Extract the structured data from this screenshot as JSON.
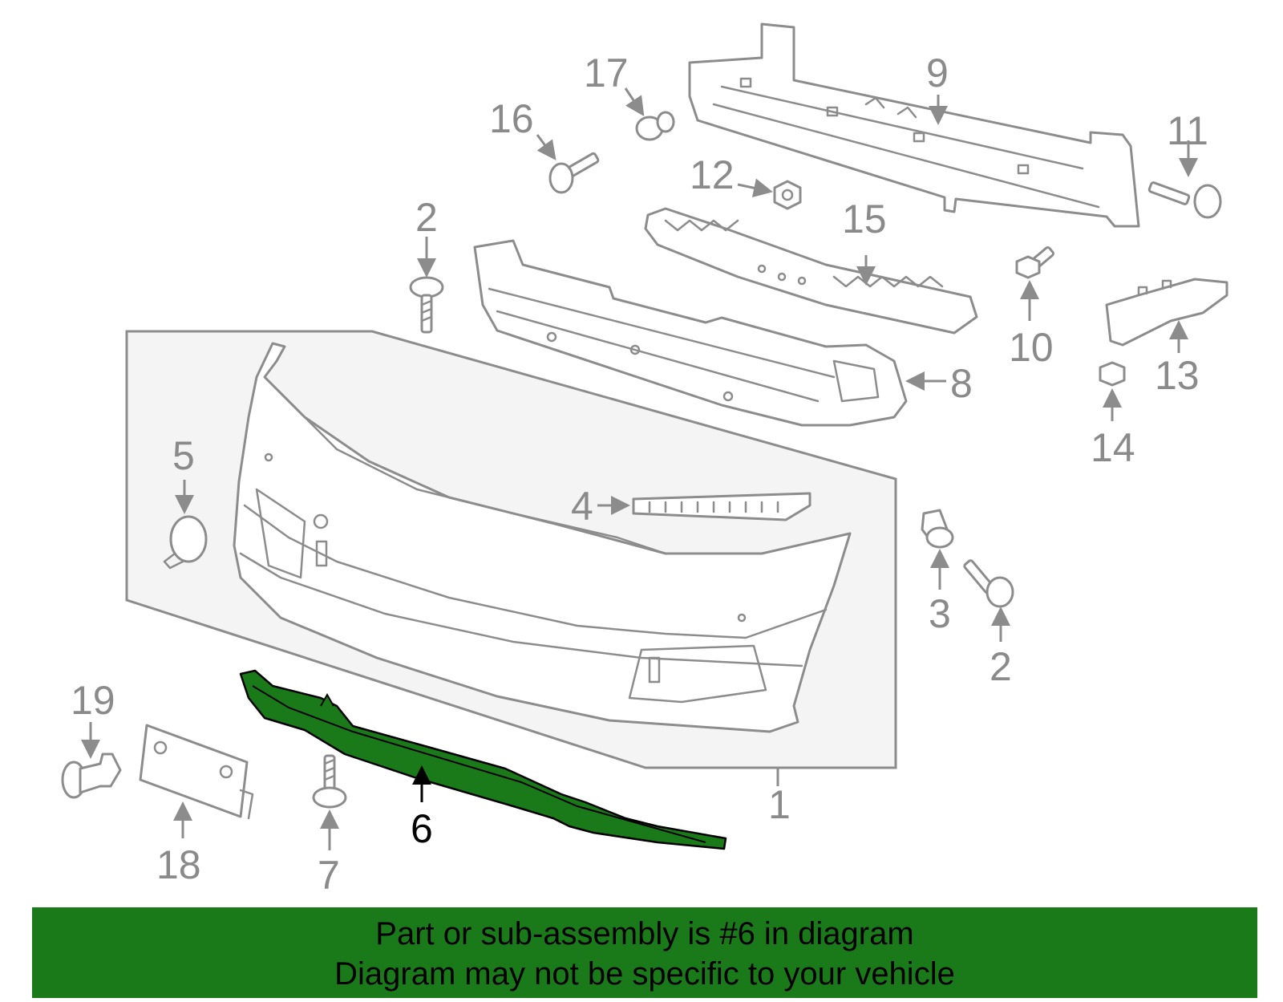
{
  "callouts": [
    {
      "id": "1",
      "label": "1"
    },
    {
      "id": "2a",
      "label": "2"
    },
    {
      "id": "2b",
      "label": "2"
    },
    {
      "id": "3",
      "label": "3"
    },
    {
      "id": "4",
      "label": "4"
    },
    {
      "id": "5",
      "label": "5"
    },
    {
      "id": "6",
      "label": "6"
    },
    {
      "id": "7",
      "label": "7"
    },
    {
      "id": "8",
      "label": "8"
    },
    {
      "id": "9",
      "label": "9"
    },
    {
      "id": "10",
      "label": "10"
    },
    {
      "id": "11",
      "label": "11"
    },
    {
      "id": "12",
      "label": "12"
    },
    {
      "id": "13",
      "label": "13"
    },
    {
      "id": "14",
      "label": "14"
    },
    {
      "id": "15",
      "label": "15"
    },
    {
      "id": "16",
      "label": "16"
    },
    {
      "id": "17",
      "label": "17"
    },
    {
      "id": "18",
      "label": "18"
    },
    {
      "id": "19",
      "label": "19"
    }
  ],
  "highlighted_part": "6",
  "colors": {
    "highlight": "#1a7a1a",
    "line": "#8c8c8c",
    "panel": "#f4f4f4",
    "banner": "#1a7a1a"
  },
  "banner": {
    "line1": "Part or sub-assembly is #6 in diagram",
    "line2": "Diagram may not be specific to your vehicle"
  }
}
